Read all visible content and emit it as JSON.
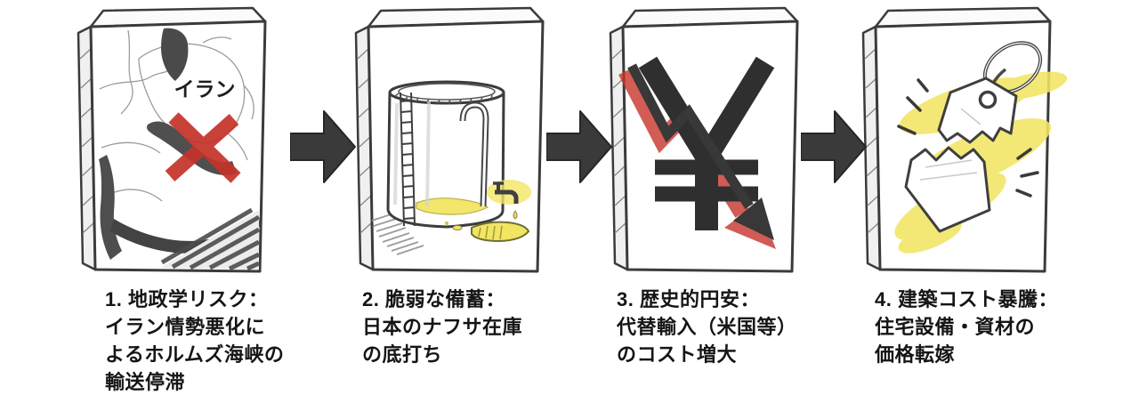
{
  "diagram": {
    "background": "#ffffff",
    "colors": {
      "ink": "#3b3b3b",
      "pencil_dark": "#474747",
      "accent_red": "#c5342b",
      "accent_yellow": "#f2e564"
    },
    "connector_icon": "right-arrow",
    "steps": [
      {
        "id": 1,
        "illustration": "middle-east-map-with-red-x",
        "map_label": "イラン",
        "caption_lines": [
          "1. 地政学リスク：",
          "イラン情勢悪化に",
          "よるホルムズ海峡の",
          "輸送停滞"
        ]
      },
      {
        "id": 2,
        "illustration": "near-empty-leaking-oil-tank",
        "caption_lines": [
          "2. 脆弱な備蓄：",
          "日本のナフサ在庫",
          "の底打ち"
        ]
      },
      {
        "id": 3,
        "illustration": "yen-symbol-with-declining-arrow",
        "caption_lines": [
          "3. 歴史的円安：",
          "代替輸入（米国等）",
          "のコスト増大"
        ]
      },
      {
        "id": 4,
        "illustration": "torn-price-tag-highlighted",
        "caption_lines": [
          "4. 建築コスト暴騰：",
          "住宅設備・資材の",
          "価格転嫁"
        ]
      }
    ]
  }
}
